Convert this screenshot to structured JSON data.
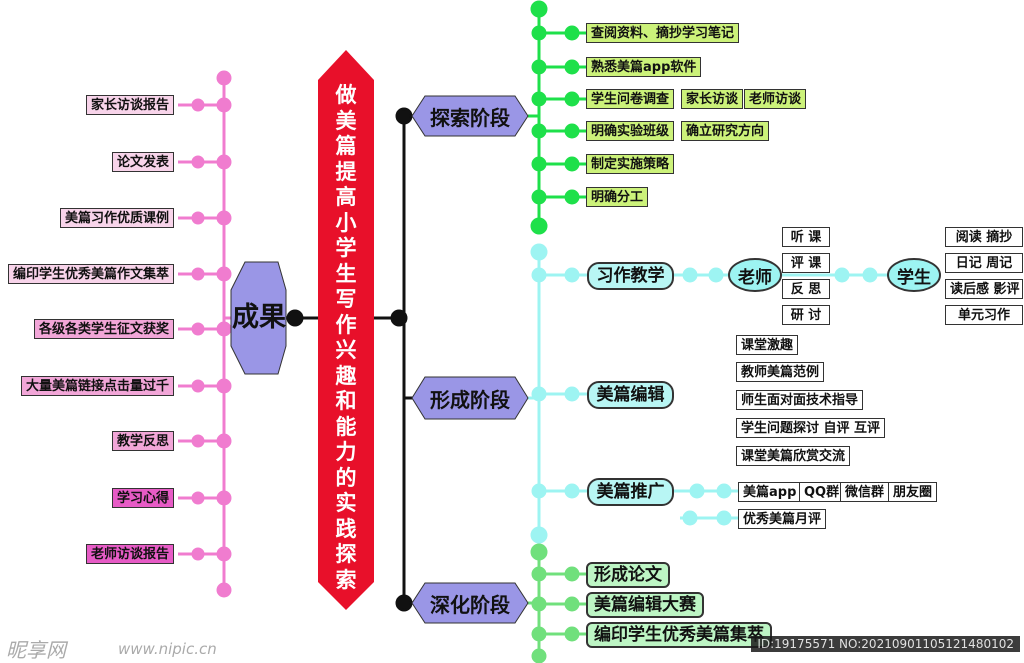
{
  "central_title": "做美篇提高小学生写作兴趣和能力的实践探索",
  "left": {
    "hub": "成果",
    "items": [
      "家长访谈报告",
      "论文发表",
      "美篇习作优质课例",
      "编印学生优秀美篇作文集萃",
      "各级各类学生征文获奖",
      "大量美篇链接点击量过千",
      "教学反思",
      "学习心得",
      "老师访谈报告"
    ]
  },
  "stages": {
    "explore": {
      "label": "探索阶段",
      "items": [
        "查阅资料、摘抄学习笔记",
        "熟悉美篇app软件",
        "学生问卷调查",
        "家长访谈",
        "老师访谈",
        "明确实验班级",
        "确立研究方向",
        "制定实施策略",
        "明确分工"
      ]
    },
    "form": {
      "label": "形成阶段",
      "writing": {
        "label": "习作教学",
        "teacher": "老师",
        "teacher_items": [
          "听 课",
          "评 课",
          "反 思",
          "研 讨"
        ],
        "student": "学生",
        "student_items": [
          "阅读 摘抄",
          "日记 周记",
          "读后感 影评",
          "单元习作"
        ]
      },
      "edit": {
        "label": "美篇编辑",
        "items": [
          "课堂激趣",
          "教师美篇范例",
          "师生面对面技术指导",
          "学生问题探讨 自评 互评",
          "课堂美篇欣赏交流"
        ]
      },
      "promote": {
        "label": "美篇推广",
        "items": [
          "美篇app",
          "QQ群",
          "微信群",
          "朋友圈",
          "优秀美篇月评"
        ]
      }
    },
    "deepen": {
      "label": "深化阶段",
      "items": [
        "形成论文",
        "美篇编辑大赛",
        "编印学生优秀美篇集萃"
      ]
    }
  },
  "colors": {
    "pink": "#f07ccf",
    "green": "#1ee04a",
    "cyan": "#9df4f2",
    "mint": "#70e07c",
    "hex": "#9a96e6",
    "red": "#e8102a"
  },
  "watermark": {
    "brand": "昵享网",
    "site": "www.nipic.cn",
    "id": "ID:19175571 NO:20210901105121480102"
  }
}
